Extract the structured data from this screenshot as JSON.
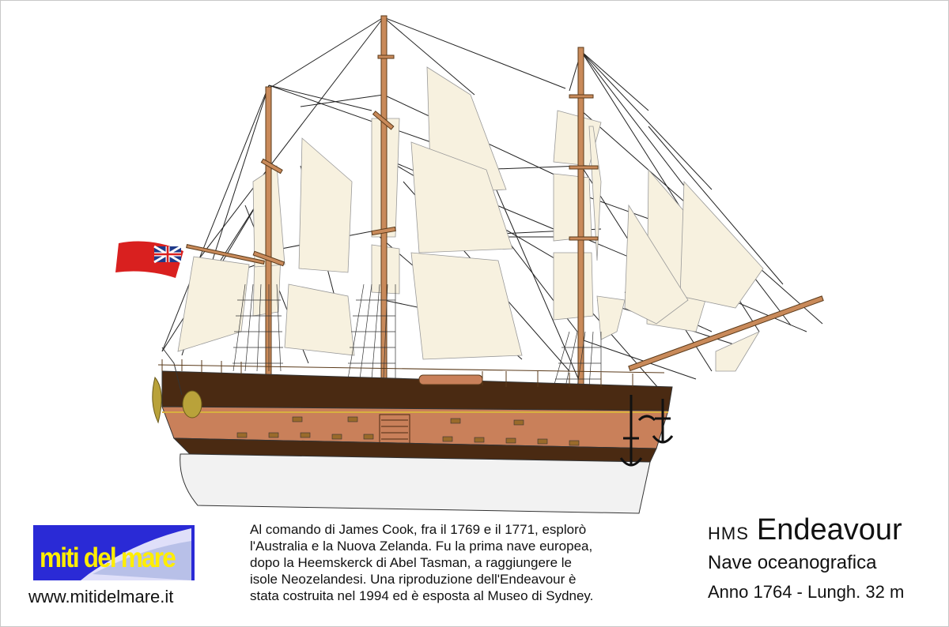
{
  "logo": {
    "text": "miti del mare",
    "colors": {
      "background": "#2a2ad6",
      "text": "#ffee00",
      "wing": "#ffffff"
    }
  },
  "website": "www.mitidelmare.it",
  "description": [
    "Al comando di James Cook, fra il 1769 e il 1771, esplorò",
    "l'Australia e la Nuova Zelanda. Fu la prima nave europea,",
    "dopo la Heemskerck di Abel Tasman, a raggiungere le",
    "isole Neozelandesi. Una riproduzione dell'Endeavour è",
    "stata costruita nel 1994 ed è esposta al Museo di Sydney."
  ],
  "ship": {
    "prefix": "HMS",
    "name": "Endeavour",
    "type": "Nave oceanografica",
    "specs": "Anno 1764 - Lungh. 32 m"
  },
  "colors": {
    "hull_upper": "#4a2a12",
    "hull_side": "#c9805a",
    "hull_lower": "#f2f2f2",
    "mast": "#c98a5a",
    "sail": "#f7f1df",
    "flag": "#d9201f",
    "rigging": "#222222",
    "ornament": "#b9a23a"
  }
}
